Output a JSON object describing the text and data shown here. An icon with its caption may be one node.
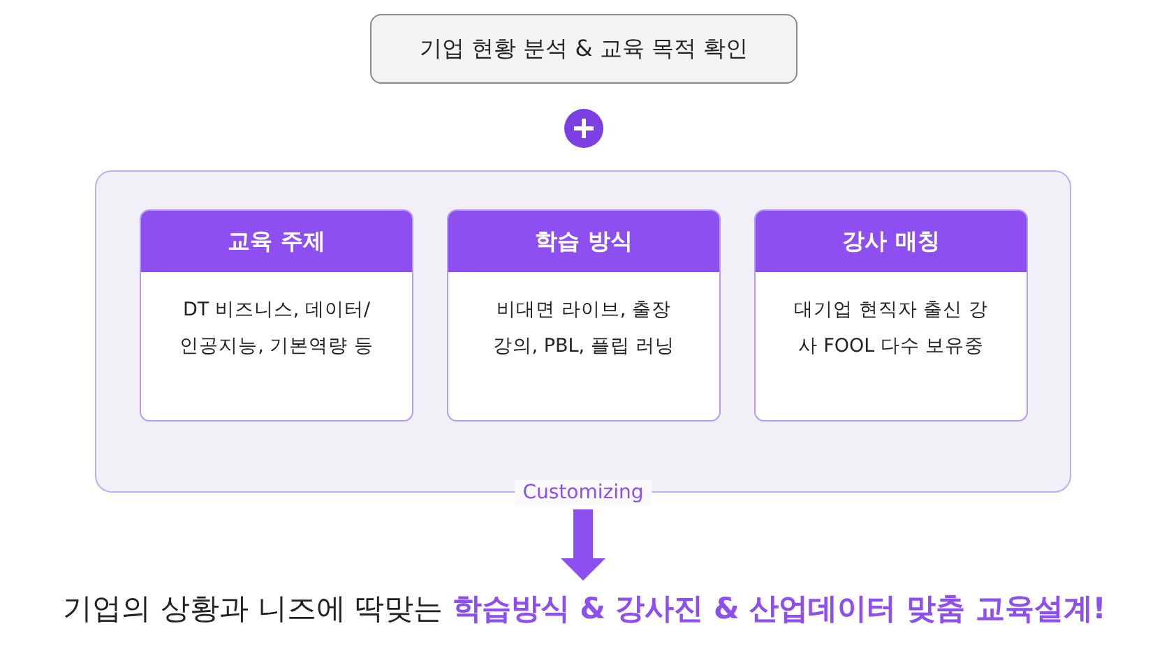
{
  "diagram": {
    "nodes": [
      {
        "text": [
          "기업 현황 분석 & 교육 목적 확인"
        ]
      },
      {
        "text": [
          "Customizing"
        ]
      },
      {
        "text": [
          "교육 주제",
          "DT 비즈니스, 데이터/인공지능, 기본역량 등"
        ],
        "in": 1
      },
      {
        "text": [
          "학습 방식",
          "비대면 라이브, 출장 강의, PBL, 플립 러닝"
        ],
        "in": 1
      },
      {
        "text": [
          "강사 매칭",
          "대기업 현직자 출신 강사 FOOL 다수 보유중"
        ],
        "in": 1
      },
      {
        "text": [
          "기업의 상황과 니즈에 딱맞는 **학습방식 & 강사진 & 산업데이터 맞춤 교육설계!**"
        ]
      }
    ],
    "edges": [
      {
        "from": 1,
        "to": 5,
        "arrow": "to"
      }
    ]
  }
}
